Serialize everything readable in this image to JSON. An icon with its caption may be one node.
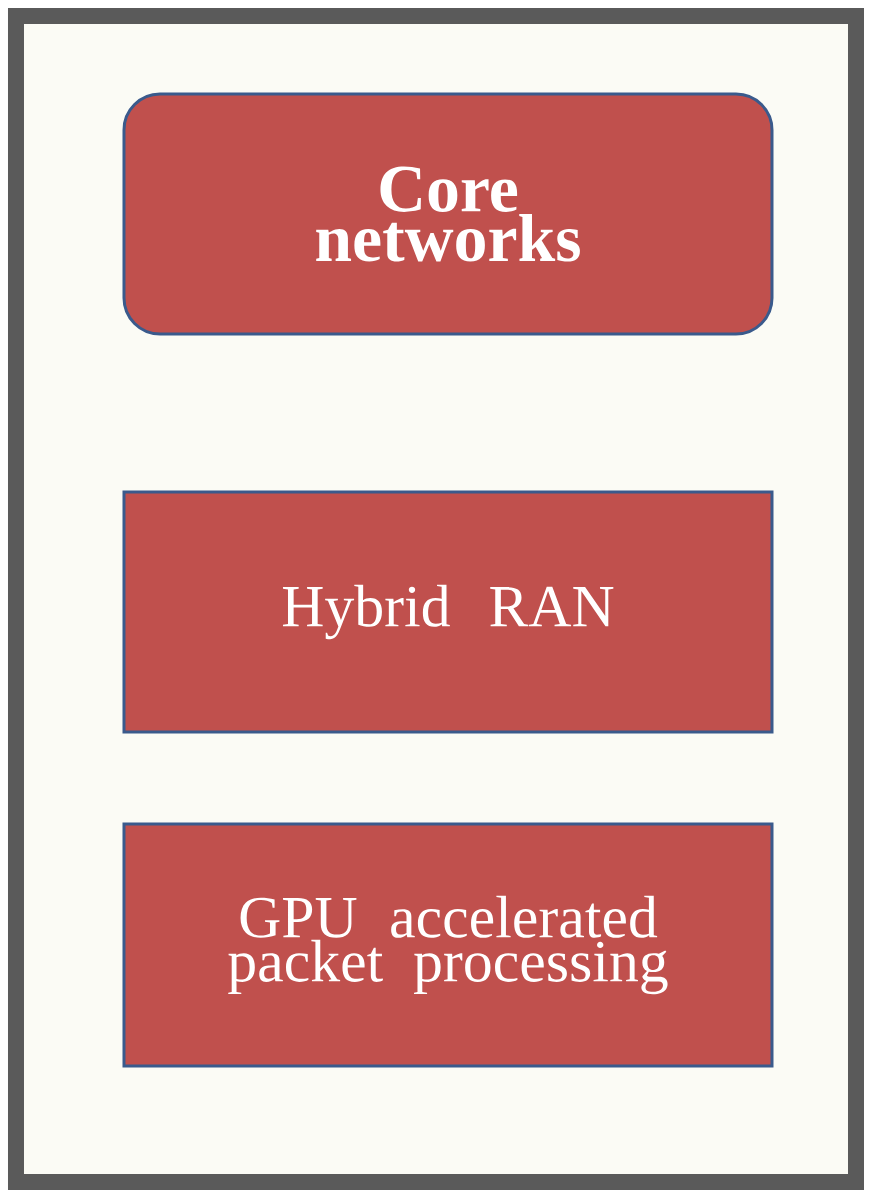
{
  "diagram": {
    "nodes": [
      {
        "text": [],
        "shape": "box"
      },
      {
        "text": [
          "Core networks"
        ],
        "in": 0
      },
      {
        "text": [
          "Hybrid RAN"
        ],
        "in": 0
      },
      {
        "text": [
          "GPU accelerated packet processing"
        ],
        "in": 0
      }
    ]
  }
}
